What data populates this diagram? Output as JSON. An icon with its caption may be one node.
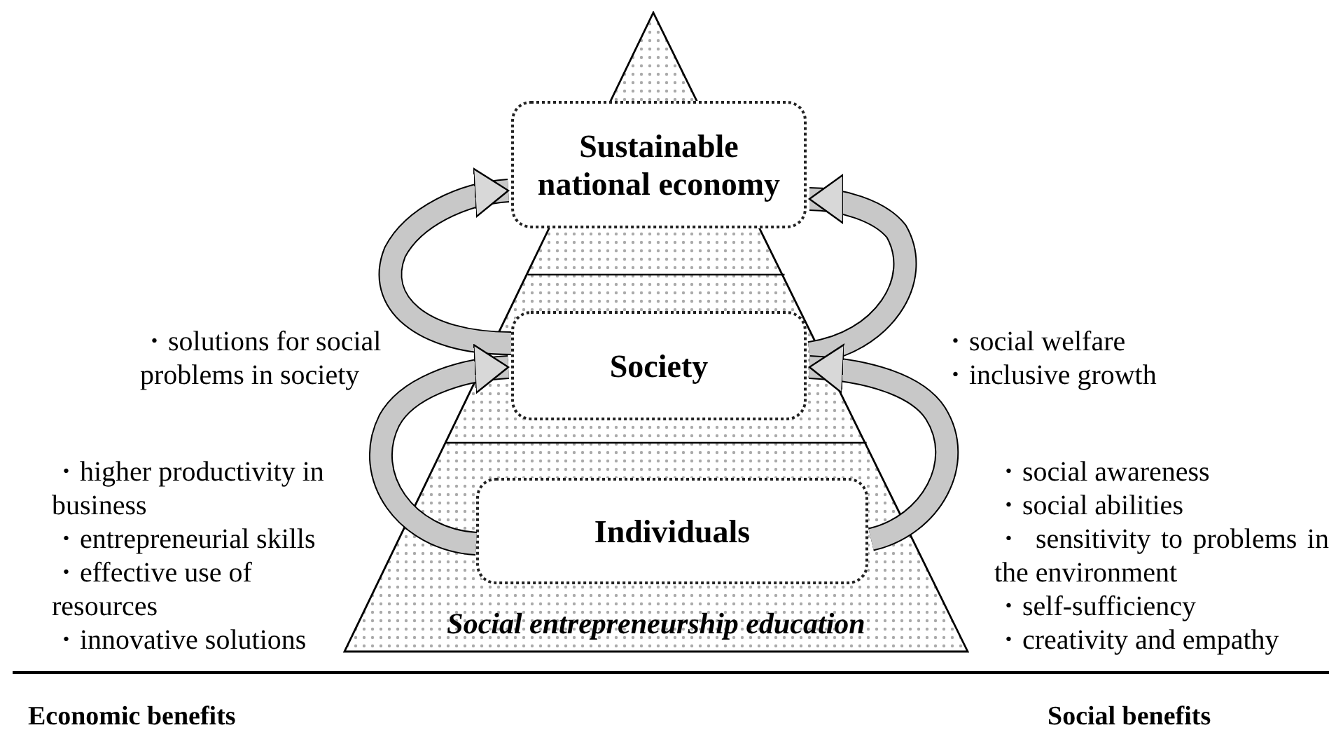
{
  "diagram": {
    "nodes": [
      {
        "text": [
          "Social entrepreneurship education"
        ]
      },
      {
        "text": [
          "Sustainable national economy"
        ],
        "in": 0
      },
      {
        "text": [
          "Society"
        ],
        "in": 0
      },
      {
        "text": [
          "Individuals"
        ],
        "in": 0
      }
    ],
    "edges": [
      {
        "from": 2,
        "to": 1,
        "arrow": "to"
      },
      {
        "from": 2,
        "to": 1,
        "arrow": "to"
      },
      {
        "from": 3,
        "to": 2,
        "arrow": "to"
      },
      {
        "from": 3,
        "to": 2,
        "arrow": "to"
      }
    ],
    "labels": [
      "・solutions for social problems in society",
      "・social welfare",
      "・inclusive growth",
      "・higher productivity in business",
      "・entrepreneurial skills",
      "・effective use of resources",
      "・innovative solutions",
      "・social awareness",
      "・social abilities",
      "・ sensitivity to problems in the environment",
      "・self-sufficiency",
      "・creativity and empathy",
      "Economic benefits",
      "Social benefits"
    ]
  }
}
